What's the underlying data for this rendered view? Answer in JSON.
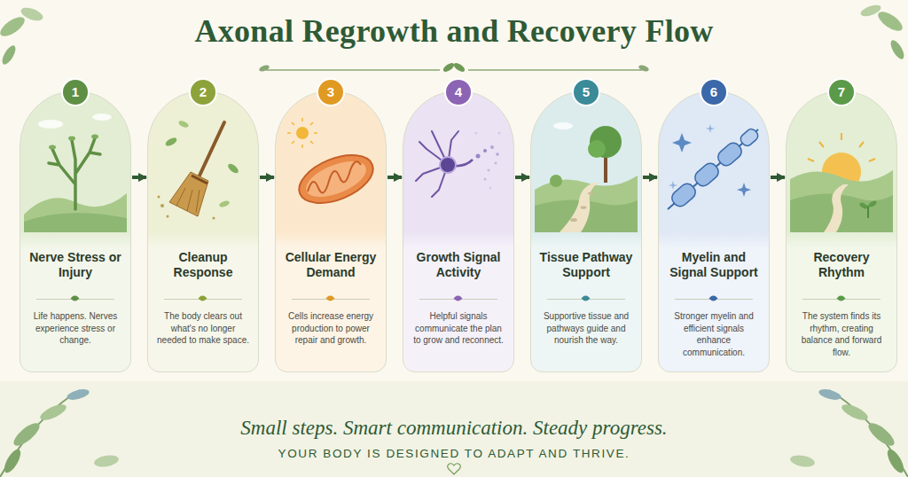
{
  "diagram": {
    "title": "Axonal Regrowth and Recovery Flow",
    "caption": "Small steps. Smart communication. Steady progress.",
    "nodes": [
      {
        "text": [
          "1",
          "Nerve Stress or Injury",
          "Life happens. Nerves experience stress or change."
        ]
      },
      {
        "text": [
          "2",
          "Cleanup Response",
          "The body clears out what's no longer needed to make space."
        ]
      },
      {
        "text": [
          "3",
          "Cellular Energy Demand",
          "Cells increase energy production to power repair and growth."
        ]
      },
      {
        "text": [
          "4",
          "Growth Signal Activity",
          "Helpful signals communicate the plan to grow and reconnect."
        ]
      },
      {
        "text": [
          "5",
          "Tissue Pathway Support",
          "Supportive tissue and pathways guide and nourish the way."
        ]
      },
      {
        "text": [
          "6",
          "Myelin and Signal Support",
          "Stronger myelin and efficient signals enhance communication."
        ]
      },
      {
        "text": [
          "7",
          "Recovery Rhythm",
          "The system finds its rhythm, creating balance and forward flow."
        ]
      }
    ],
    "edges": [
      {
        "from": 0,
        "to": 1,
        "arrow": "to"
      },
      {
        "from": 1,
        "to": 2,
        "arrow": "to"
      },
      {
        "from": 2,
        "to": 3,
        "arrow": "to"
      },
      {
        "from": 3,
        "to": 4,
        "arrow": "to"
      },
      {
        "from": 4,
        "to": 5,
        "arrow": "to"
      },
      {
        "from": 5,
        "to": 6,
        "arrow": "to"
      }
    ],
    "labels": [
      "YOUR BODY IS DESIGNED TO ADAPT AND THRIVE."
    ]
  }
}
